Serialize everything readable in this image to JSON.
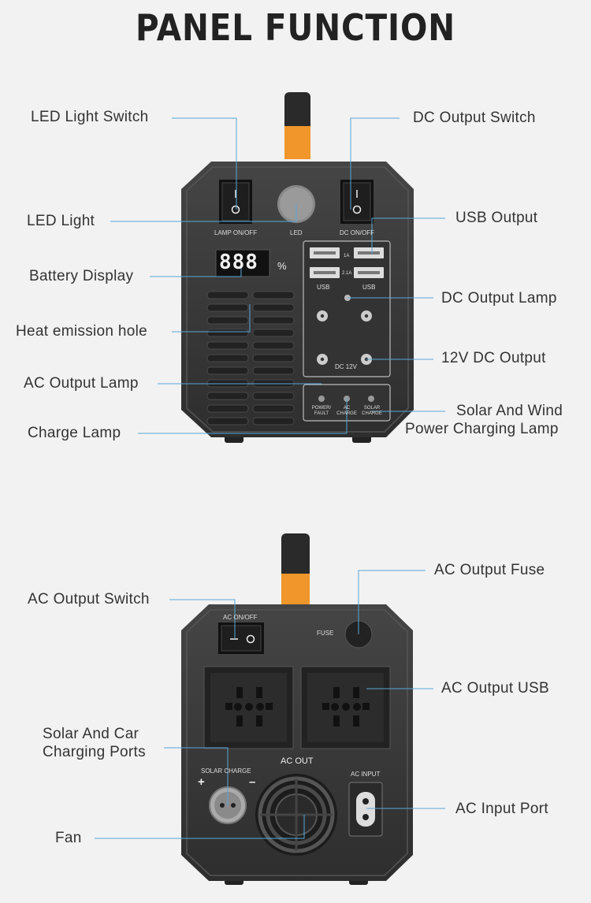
{
  "title": "PANEL FUNCTION",
  "front": {
    "callouts": {
      "led_switch": "LED Light Switch",
      "dc_switch": "DC Output Switch",
      "led_light": "LED Light",
      "usb_output": "USB Output",
      "battery_display": "Battery Display",
      "dc_lamp": "DC Output Lamp",
      "heat_hole": "Heat emission hole",
      "dc12_output": "12V DC Output",
      "ac_lamp": "AC Output Lamp",
      "solar_wind_1": "Solar And Wind",
      "solar_wind_2": "Power Charging Lamp",
      "charge_lamp": "Charge Lamp"
    },
    "panel": {
      "lamp_onoff": "LAMP ON/OFF",
      "led": "LED",
      "dc_onoff": "DC ON/OFF",
      "display_value": "888",
      "percent": "%",
      "usb_a": "USB",
      "usb_b": "USB",
      "usb_1a": "1A",
      "usb_21a": "2.1A",
      "dc12v": "DC 12V",
      "power_fault": "POWER/ FAULT",
      "ac_charge": "AC CHARGE",
      "solar_charge": "SOLAR CHARGE"
    }
  },
  "back": {
    "callouts": {
      "ac_fuse": "AC Output Fuse",
      "ac_switch": "AC Output Switch",
      "ac_usb": "AC Output USB",
      "solar_car_1": "Solar And Car",
      "solar_car_2": "Charging Ports",
      "ac_input": "AC Input Port",
      "fan": "Fan"
    },
    "panel": {
      "ac_onoff": "AC ON/OFF",
      "fuse": "FUSE",
      "ac_out": "AC OUT",
      "solar_charge": "SOLAR CHARGE",
      "plus": "+",
      "minus": "–",
      "ac_input": "AC INPUT"
    }
  },
  "colors": {
    "background": "#f2f2f2",
    "body": "#3a3a3a",
    "handle_orange": "#f0962a",
    "leader": "#5aa7d6"
  }
}
